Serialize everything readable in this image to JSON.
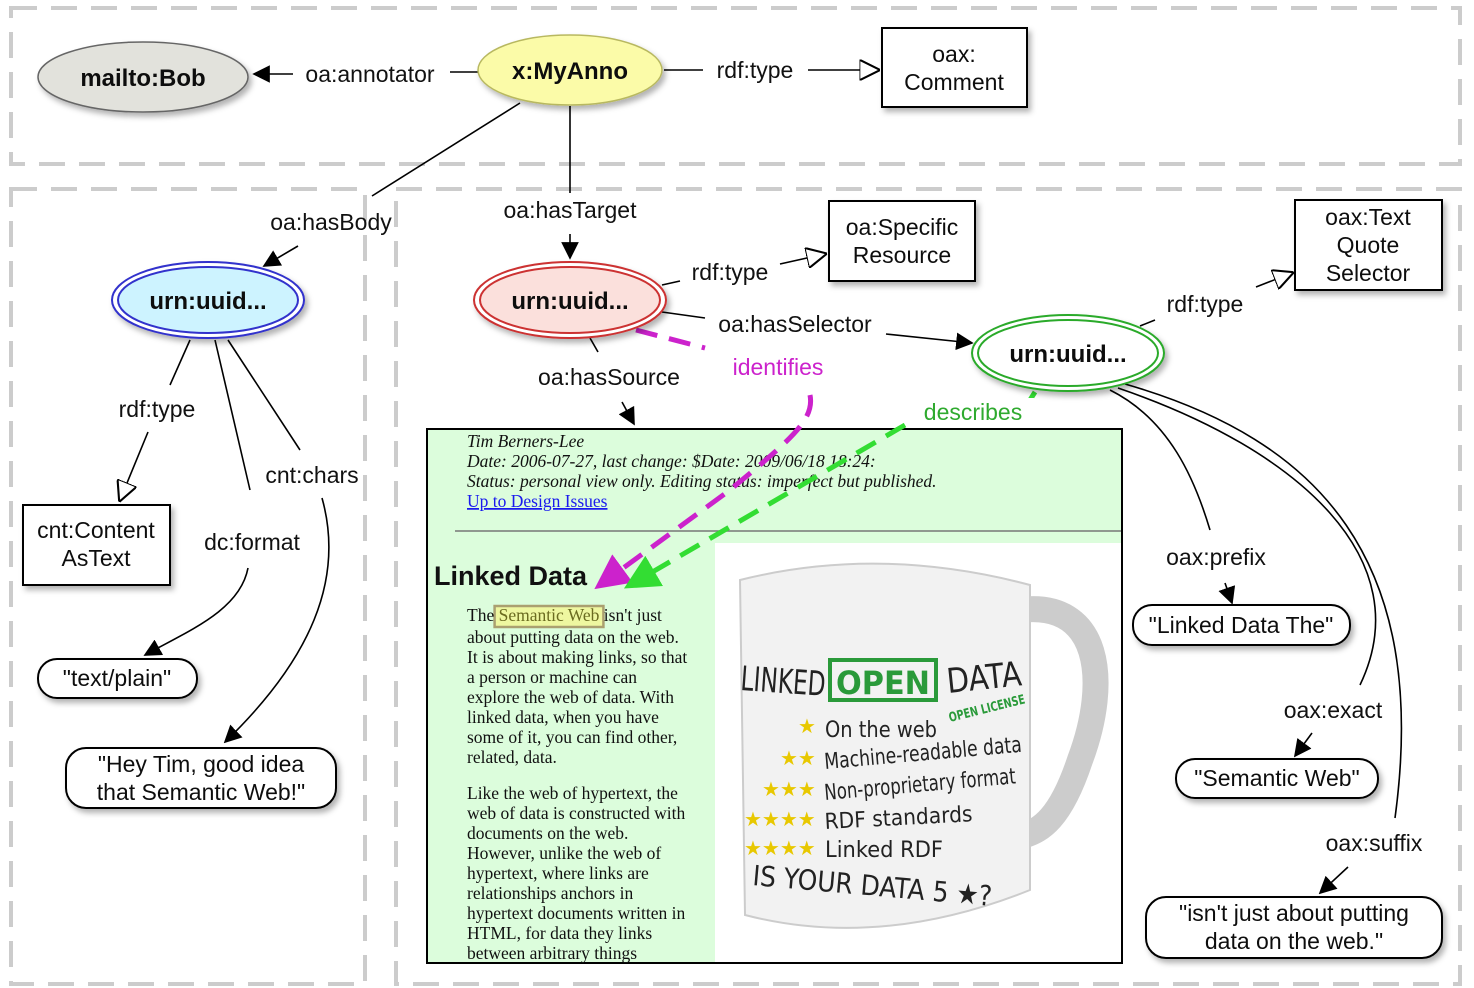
{
  "nodes": {
    "anno": "x:MyAnno",
    "bob": "mailto:Bob",
    "comment": [
      "oax:",
      "Comment"
    ],
    "body": "urn:uuid...",
    "target": "urn:uuid...",
    "selector": "urn:uuid...",
    "specific_resource": [
      "oa:Specific",
      "Resource"
    ],
    "text_quote_selector": [
      "oax:Text",
      "Quote",
      "Selector"
    ],
    "content_as_text": [
      "cnt:Content",
      "AsText"
    ],
    "text_plain": "\"text/plain\"",
    "chars_value": [
      "\"Hey Tim, good idea",
      "that Semantic Web!\""
    ],
    "prefix_value": "\"Linked Data The\"",
    "exact_value": "\"Semantic Web\"",
    "suffix_value": [
      "\"isn't just about putting",
      "data on the web.\""
    ]
  },
  "edges": {
    "annotator": "oa:annotator",
    "anno_type": "rdf:type",
    "has_body": "oa:hasBody",
    "has_target": "oa:hasTarget",
    "target_type": "rdf:type",
    "has_selector": "oa:hasSelector",
    "selector_type": "rdf:type",
    "has_source": "oa:hasSource",
    "identifies": "identifies",
    "describes": "describes",
    "body_type": "rdf:type",
    "dc_format": "dc:format",
    "cnt_chars": "cnt:chars",
    "prefix": "oax:prefix",
    "exact": "oax:exact",
    "suffix": "oax:suffix"
  },
  "colors": {
    "identifies": "#cc22cc",
    "describes": "#33dd33",
    "webpage_bg": "#dcfddc",
    "highlight": "#eef7a0"
  },
  "webpage": {
    "author": "Tim Berners-Lee",
    "date_line": "Date: 2006-07-27, last change: $Date: 2009/06/18 18:24:",
    "status_line": "Status: personal view only. Editing status: imperfect but published.",
    "link": "Up to Design Issues",
    "heading": "Linked Data",
    "highlight": "Semantic Web",
    "para1": [
      "The Semantic Web isn't just",
      "about putting data on the web.",
      "It is about making links, so that",
      "a person or machine can",
      "explore the web of data.  With",
      "linked data, when you have",
      "some of it, you can find other,",
      "related, data."
    ],
    "para2": [
      "Like the web of hypertext, the",
      "web of data is constructed with",
      "documents on the web.",
      "However,  unlike the web of",
      "hypertext,  where links are",
      "relationships anchors in",
      "hypertext documents written in",
      "HTML, for data they links",
      "between arbitrary things"
    ]
  },
  "mug": {
    "title_left": "LINKED",
    "title_open": "OPEN",
    "title_right": "DATA",
    "badge": "OPEN LICENSE",
    "lines": [
      "On the web",
      "Machine-readable data",
      "Non-proprietary format",
      "RDF standards",
      "Linked RDF"
    ],
    "footer": "IS YOUR DATA 5 ★?"
  }
}
